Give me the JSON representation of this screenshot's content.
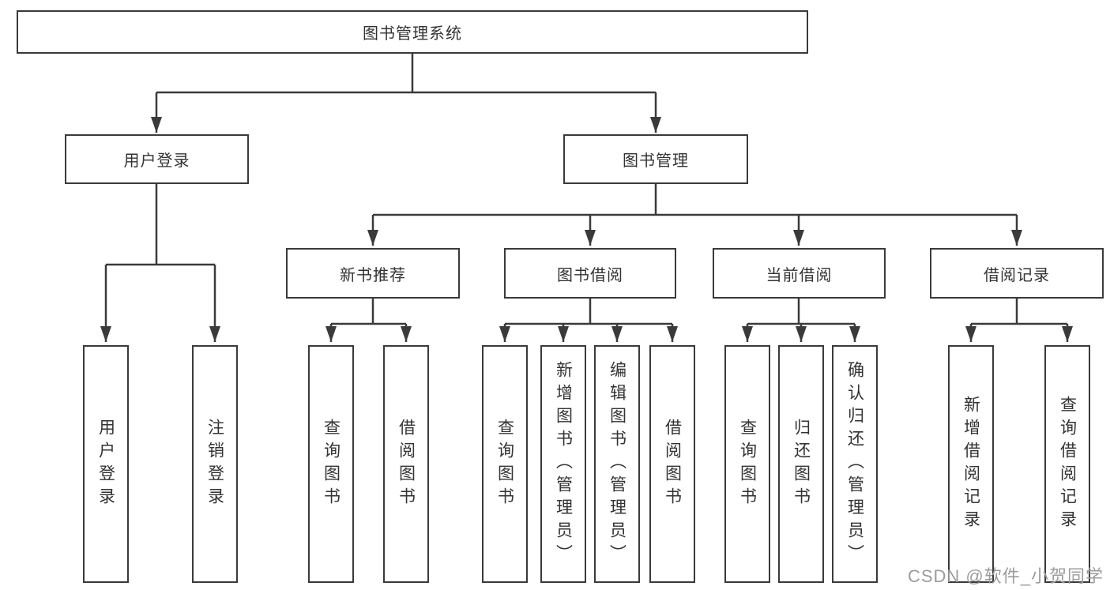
{
  "diagram_title": "图书管理系统",
  "watermark": "CSDN @软件_小贺同学",
  "colors": {
    "line": "#3a3a3a",
    "text": "#333333",
    "background": "#ffffff",
    "watermark": "#9c9c9c"
  },
  "nodes": {
    "root": {
      "label": "图书管理系统"
    },
    "user_login": {
      "label": "用户登录"
    },
    "book_management": {
      "label": "图书管理"
    },
    "new_book_recommend": {
      "label": "新书推荐"
    },
    "book_borrowing": {
      "label": "图书借阅"
    },
    "current_borrowing": {
      "label": "当前借阅"
    },
    "borrowing_records": {
      "label": "借阅记录"
    },
    "leaf_user_login": {
      "label": "用户登录"
    },
    "leaf_logout": {
      "label": "注销登录"
    },
    "leaf_rec_query_books": {
      "label": "查询图书"
    },
    "leaf_rec_borrow_books": {
      "label": "借阅图书"
    },
    "leaf_bb_query_books": {
      "label": "查询图书"
    },
    "leaf_bb_add_books": {
      "label": "新增图书（管理员）"
    },
    "leaf_bb_edit_books": {
      "label": "编辑图书（管理员）"
    },
    "leaf_bb_borrow_books": {
      "label": "借阅图书"
    },
    "leaf_cb_query_books": {
      "label": "查询图书"
    },
    "leaf_cb_return_books": {
      "label": "归还图书"
    },
    "leaf_cb_confirm_return": {
      "label": "确认归还（管理员）"
    },
    "leaf_br_add_record": {
      "label": "新增借阅记录"
    },
    "leaf_br_query_record": {
      "label": "查询借阅记录"
    }
  }
}
